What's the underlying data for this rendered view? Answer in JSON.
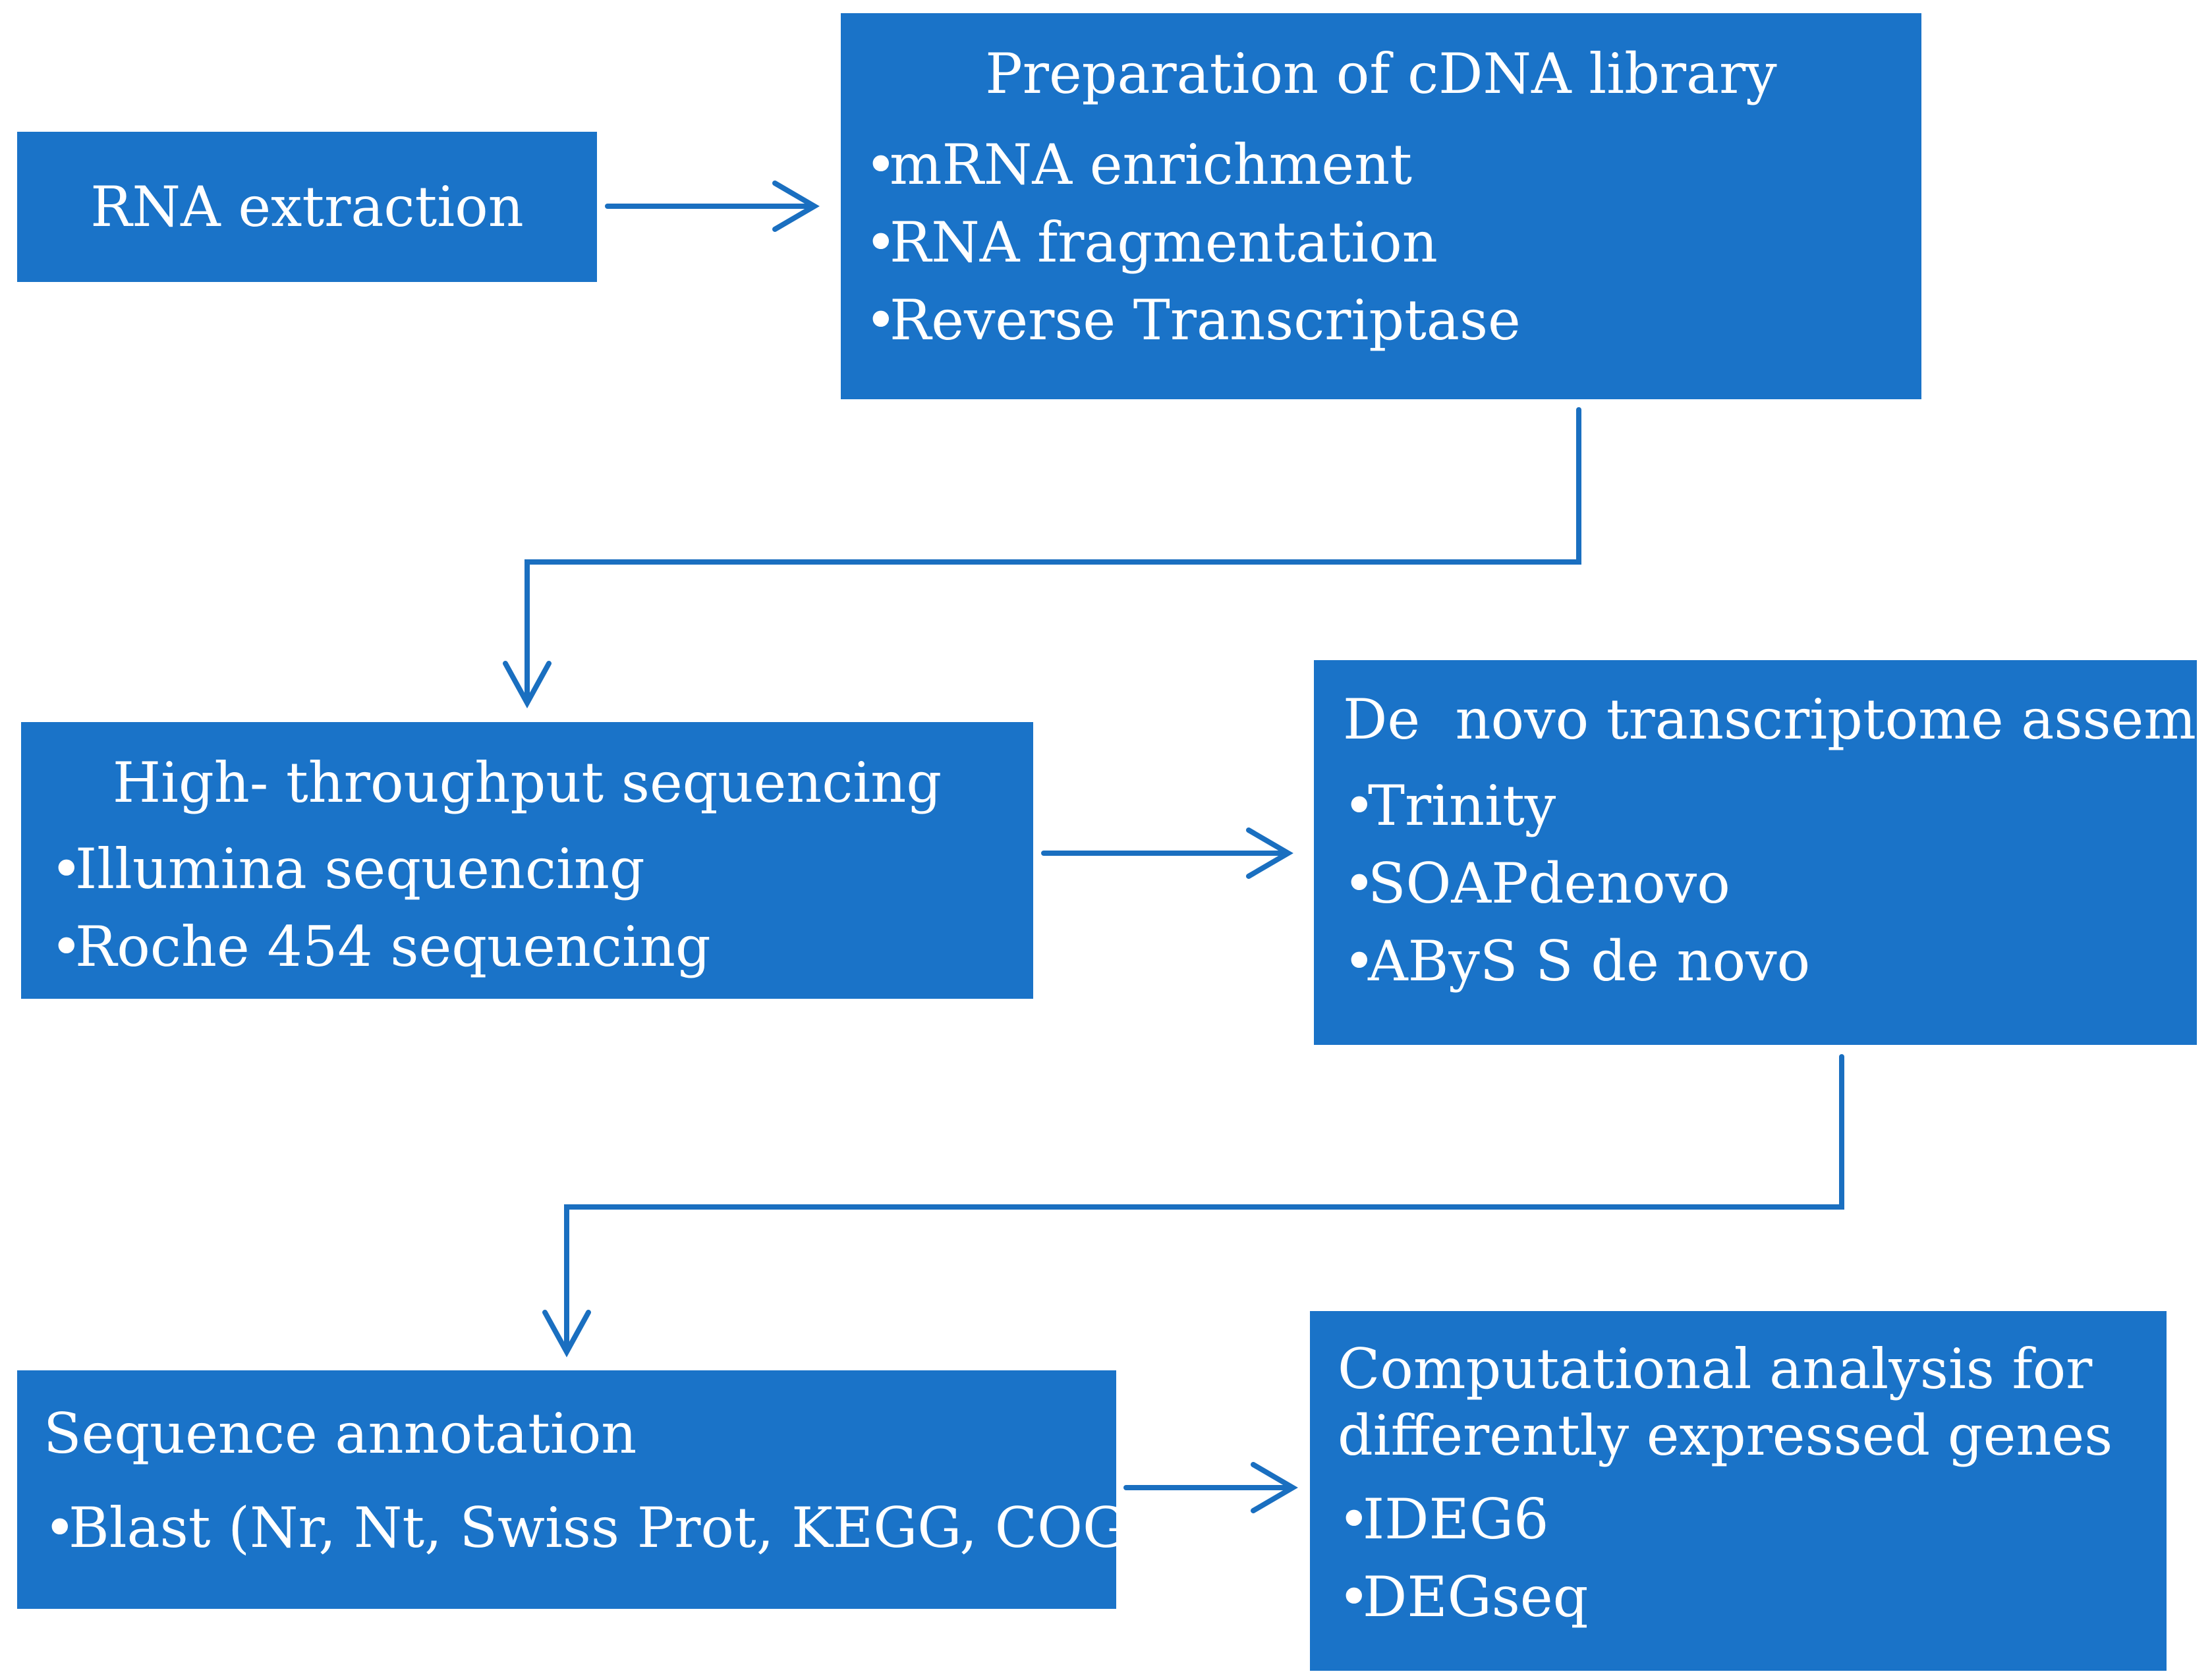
{
  "colors": {
    "box_fill": "#1a73c8",
    "text": "#ffffff",
    "arrow": "#1a6fc0",
    "background": "#ffffff"
  },
  "nodes": {
    "rna_extraction": {
      "title": "RNA extraction",
      "items": []
    },
    "cdna_library": {
      "title": "Preparation of cDNA library",
      "items": [
        "mRNA enrichment",
        "RNA fragmentation",
        "Reverse Transcriptase"
      ]
    },
    "sequencing": {
      "title": "High- throughput sequencing",
      "items": [
        "Illumina sequencing",
        "Roche 454 sequencing"
      ]
    },
    "assembly": {
      "title": "De  novo transcriptome assembly",
      "items": [
        "Trinity",
        "SOAPdenovo",
        "AByS S de novo"
      ]
    },
    "annotation": {
      "title": "Sequence annotation",
      "items": [
        "Blast (Nr, Nt, Swiss Prot, KEGG, COG)"
      ]
    },
    "computational": {
      "title_line1": "Computational analysis for",
      "title_line2": "differently expressed genes",
      "items": [
        "IDEG6",
        "DEGseq"
      ]
    }
  },
  "bullet_glyph": "•",
  "edges": [
    {
      "from": "rna_extraction",
      "to": "cdna_library"
    },
    {
      "from": "cdna_library",
      "to": "sequencing"
    },
    {
      "from": "sequencing",
      "to": "assembly"
    },
    {
      "from": "assembly",
      "to": "annotation"
    },
    {
      "from": "annotation",
      "to": "computational"
    }
  ]
}
